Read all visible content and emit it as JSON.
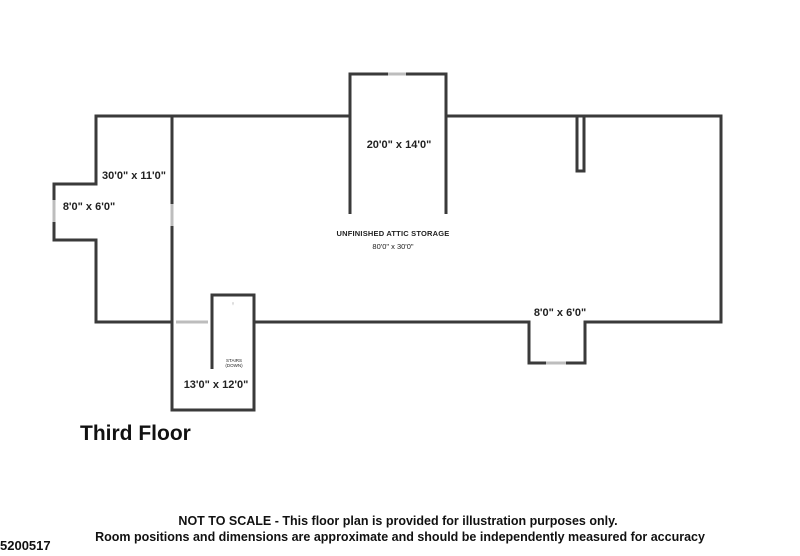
{
  "floor": {
    "title": "Third Floor"
  },
  "rooms": {
    "left_room_dims": "30'0\" x 11'0\"",
    "left_alcove_dims": "8'0\" x 6'0\"",
    "dormer_dims": "20'0\" x 14'0\"",
    "main_name": "UNFINISHED ATTIC STORAGE",
    "main_dims": "80'0\" x 30'0\"",
    "bottom_alcove_dims": "8'0\" x 6'0\"",
    "stair_room_dims": "13'0\" x 12'0\"",
    "stairs_label_1": "STAIRS",
    "stairs_label_2": "(DOWN)",
    "stair_arrow": "↑"
  },
  "disclaimer": {
    "line1": "NOT TO SCALE - This floor plan is provided for illustration purposes only.",
    "line2": "Room positions and dimensions are approximate and should be independently measured for accuracy"
  },
  "listing_number": "5200517",
  "colors": {
    "wall": "#3a3a3a",
    "window": "#bdbdbd",
    "text": "#222222"
  }
}
